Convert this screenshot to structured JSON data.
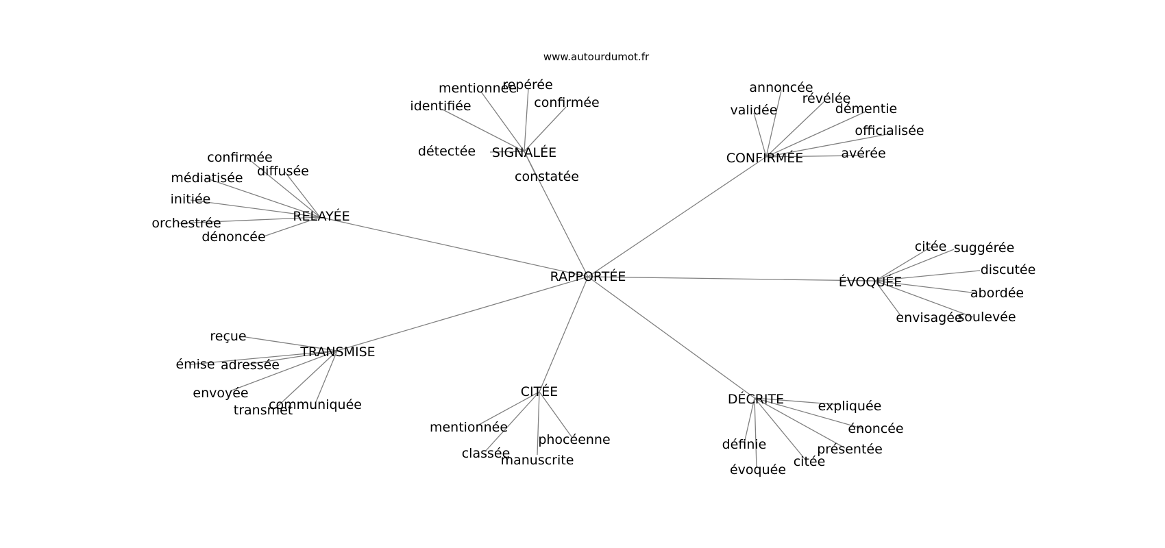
{
  "source": "www.autourdumot.fr",
  "center": "RAPPORTÉE",
  "edge_color": "#808080",
  "groups": [
    {
      "label": "SIGNALÉE",
      "leaves": [
        "mentionnée",
        "repérée",
        "confirmée",
        "identifiée",
        "détectée",
        "constatée"
      ]
    },
    {
      "label": "CONFIRMÉE",
      "leaves": [
        "annoncée",
        "révélée",
        "validée",
        "démentie",
        "officialisée",
        "avérée"
      ]
    },
    {
      "label": "RELAYÉE",
      "leaves": [
        "confirmée",
        "diffusée",
        "médiatisée",
        "initiée",
        "orchestrée",
        "dénoncée"
      ]
    },
    {
      "label": "ÉVOQUÉE",
      "leaves": [
        "citée",
        "suggérée",
        "discutée",
        "abordée",
        "soulevée",
        "envisagée"
      ]
    },
    {
      "label": "TRANSMISE",
      "leaves": [
        "reçue",
        "émise",
        "adressée",
        "envoyée",
        "communiquée",
        "transmet"
      ]
    },
    {
      "label": "CITÉE",
      "leaves": [
        "mentionnée",
        "phocéenne",
        "classée",
        "manuscrite"
      ]
    },
    {
      "label": "DÉCRITE",
      "leaves": [
        "expliquée",
        "énoncée",
        "présentée",
        "définie",
        "citée",
        "évoquée"
      ]
    }
  ]
}
